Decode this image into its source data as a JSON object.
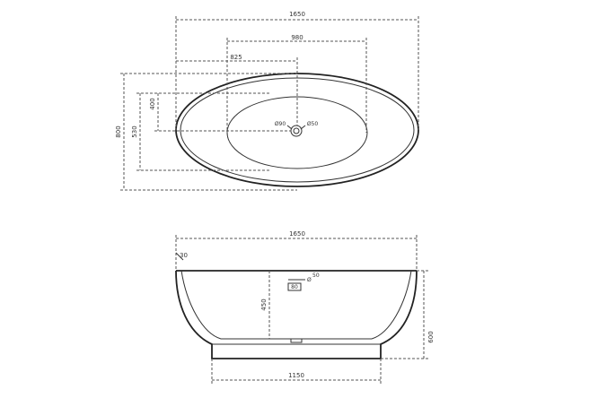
{
  "top_view": {
    "overall_length": "1650",
    "basin_length": "980",
    "drain_offset": "825",
    "overall_width": "800",
    "basin_width": "530",
    "drain_center_y": "400",
    "drain_left_label": "Ø90",
    "drain_right_label": "Ø50"
  },
  "side_view": {
    "overall_length": "1650",
    "rim_thickness": "30",
    "inner_depth": "450",
    "overall_height": "600",
    "base_length": "1150",
    "waste_label_a": "80",
    "waste_label_b": "Ø",
    "waste_label_c": "50"
  }
}
